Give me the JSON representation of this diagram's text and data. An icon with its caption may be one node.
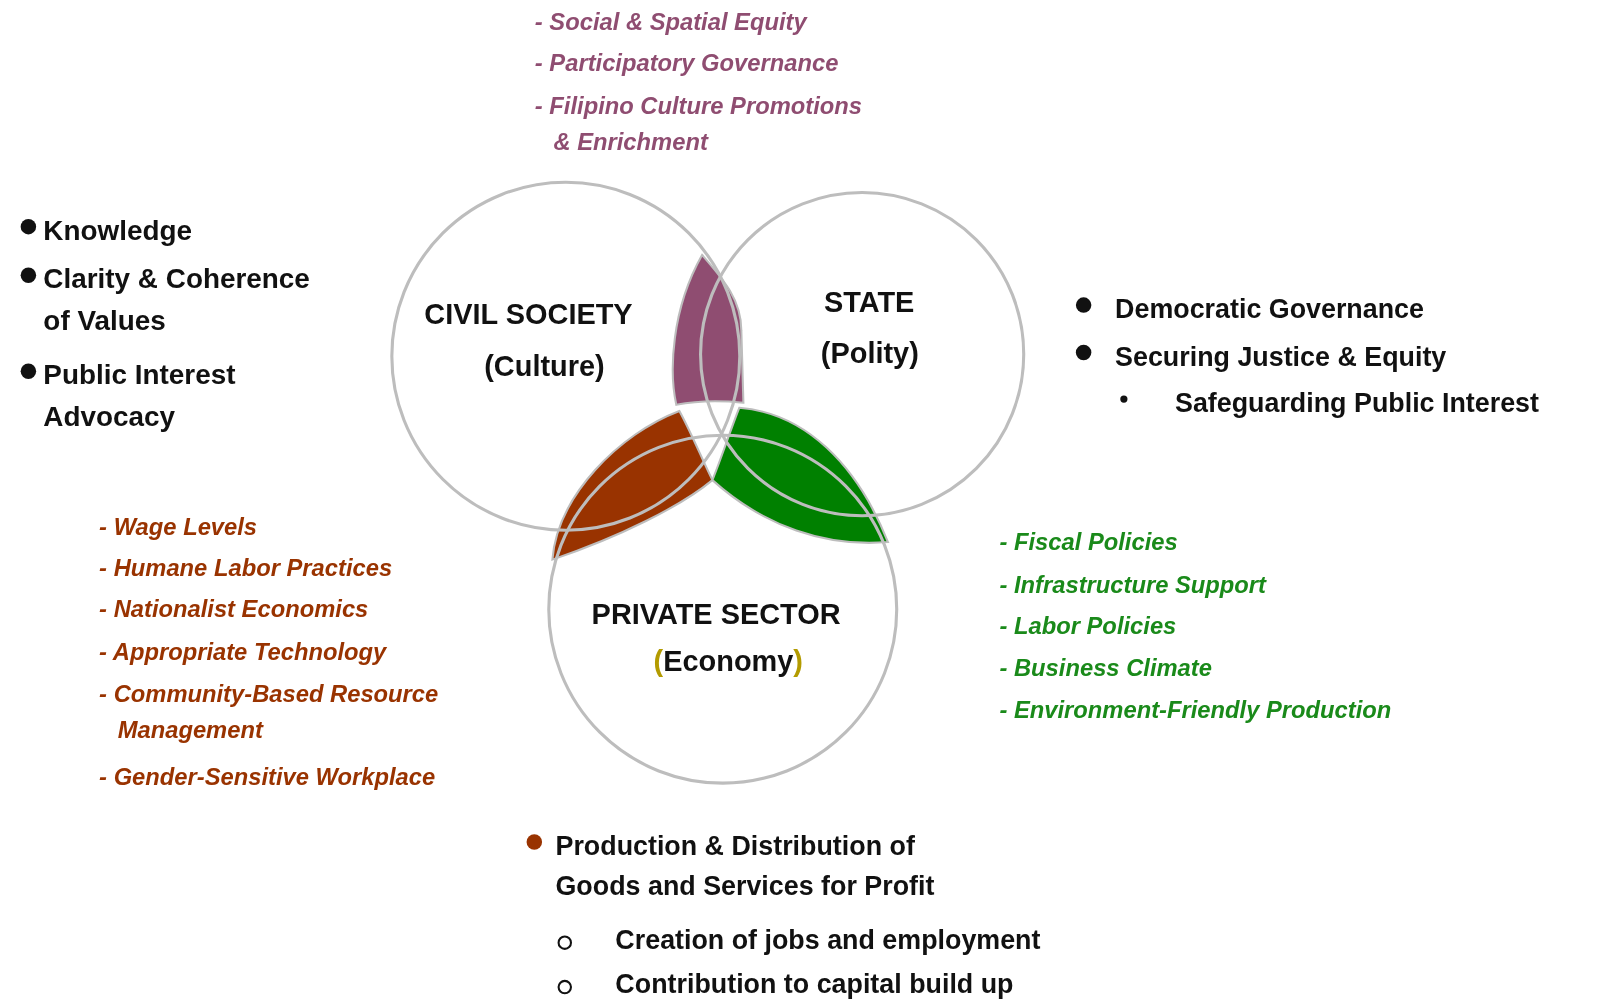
{
  "diagram": {
    "nodes": [
      {
        "text": [
          "CIVIL SOCIETY",
          "(Culture)"
        ]
      },
      {
        "text": [
          "STATE",
          "(Polity)"
        ]
      },
      {
        "text": [
          "PRIVATE SECTOR",
          "(Economy)"
        ]
      }
    ],
    "labels": [
      "- Social & Spatial Equity",
      "- Participatory Governance",
      "- Filipino Culture Promotions & Enrichment",
      "Knowledge",
      "Clarity & Coherence of Values",
      "Public Interest Advocacy",
      "Democratic Governance",
      "Securing Justice & Equity",
      "Safeguarding Public Interest",
      "- Wage Levels",
      "- Humane Labor Practices",
      "- Nationalist Economics",
      "- Appropriate Technology",
      "- Community-Based Resource Management",
      "- Gender-Sensitive Workplace",
      "- Fiscal Policies",
      "- Infrastructure Support",
      "- Labor Policies",
      "- Business Climate",
      "- Environment-Friendly Production",
      "Production & Distribution of Goods and Services for Profit",
      "Creation of jobs and employment",
      "Contribution to capital build up"
    ]
  }
}
